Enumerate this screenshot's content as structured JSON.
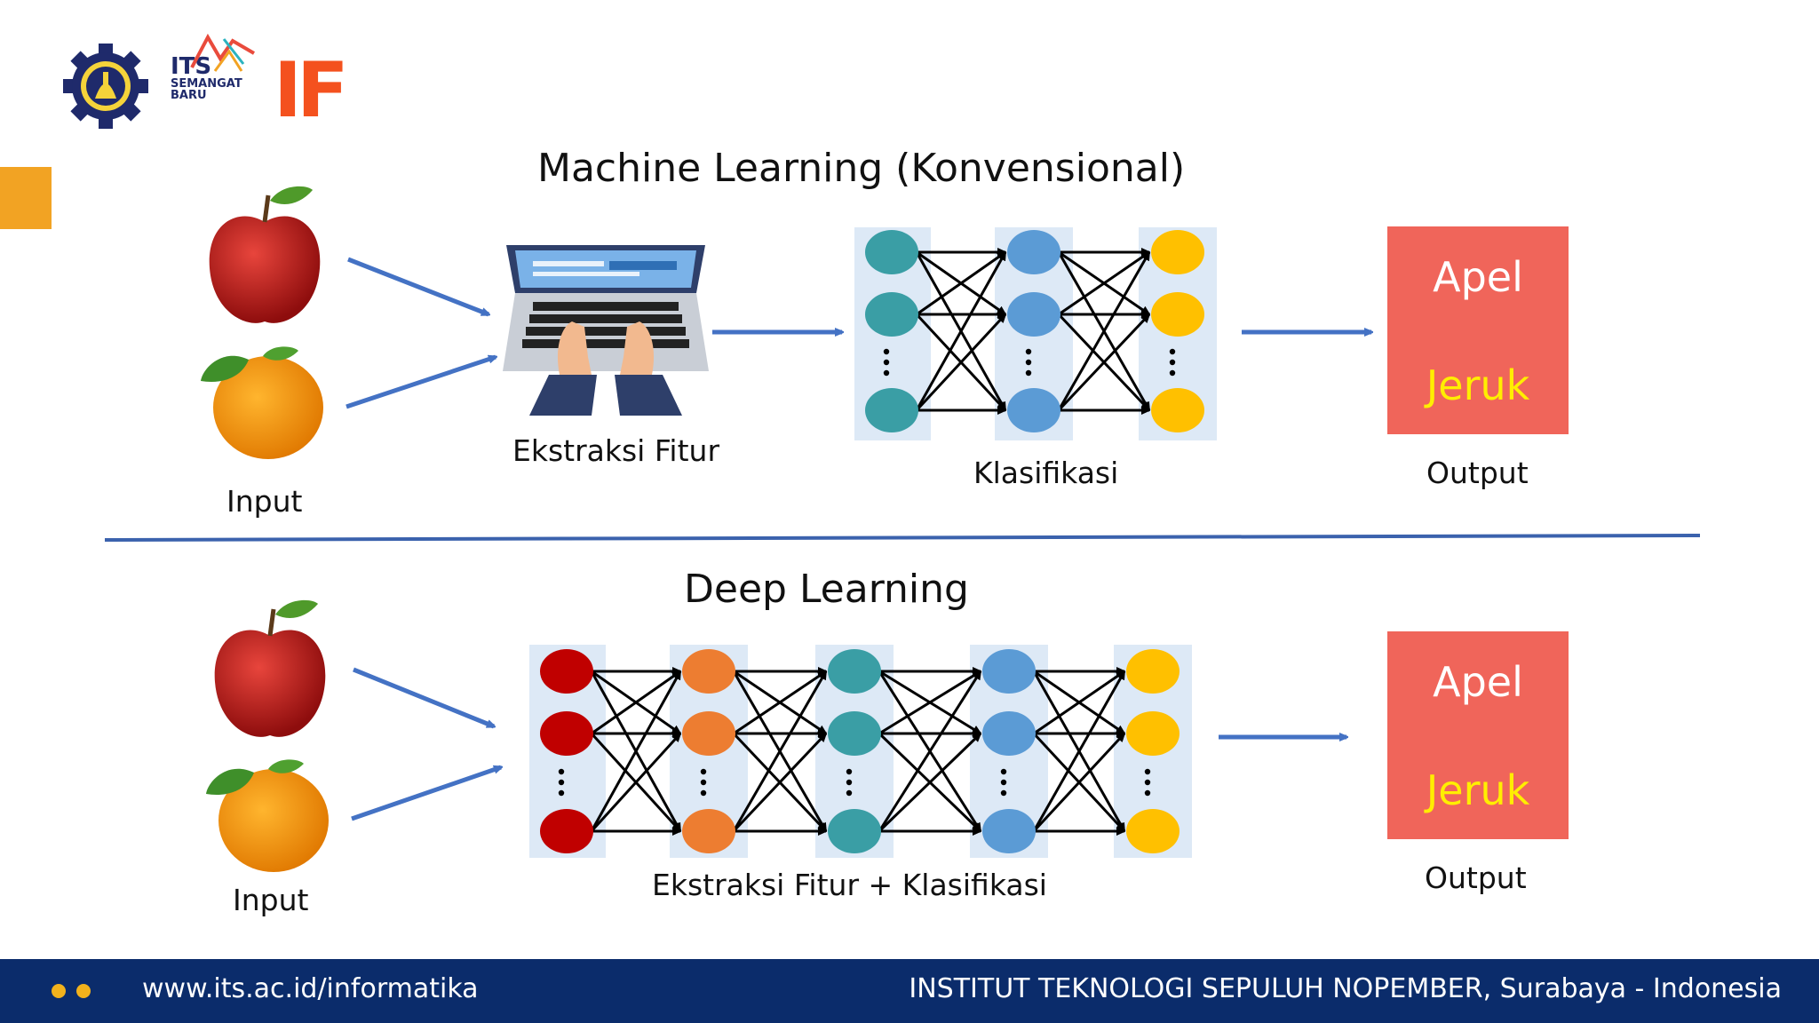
{
  "logos": {
    "its_logo_text": "ITS",
    "its_semangat_text": "SEMANGAT",
    "its_baru_text": "BARU",
    "if_logo_text": "IF"
  },
  "ml_section": {
    "title": "Machine Learning (Konvensional)",
    "input_label": "Input",
    "feature_label": "Ekstraksi Fitur",
    "classify_label": "Klasifikasi",
    "output_label": "Output",
    "output_box": {
      "line1": "Apel",
      "line2": "Jeruk"
    }
  },
  "dl_section": {
    "title": "Deep Learning",
    "input_label": "Input",
    "network_label": "Ekstraksi Fitur +  Klasifikasi",
    "output_label": "Output",
    "output_box": {
      "line1": "Apel",
      "line2": "Jeruk"
    }
  },
  "footer": {
    "url": "www.its.ac.id/informatika",
    "institution": "INSTITUT TEKNOLOGI SEPULUH NOPEMBER, Surabaya - Indonesia"
  },
  "colors": {
    "accent_orange": "#f2a323",
    "footer_bg": "#0b2c6b",
    "output_box": "#f0655a",
    "arrow_blue": "#4472c4",
    "node_teal": "#3a9ea5",
    "node_blue": "#5b9bd5",
    "node_yellow": "#ffc000",
    "node_red": "#c00000",
    "node_orange": "#ed7d31"
  },
  "icons": [
    "apple-icon",
    "orange-icon",
    "laptop-typing-icon",
    "its-gear-emblem-icon"
  ]
}
